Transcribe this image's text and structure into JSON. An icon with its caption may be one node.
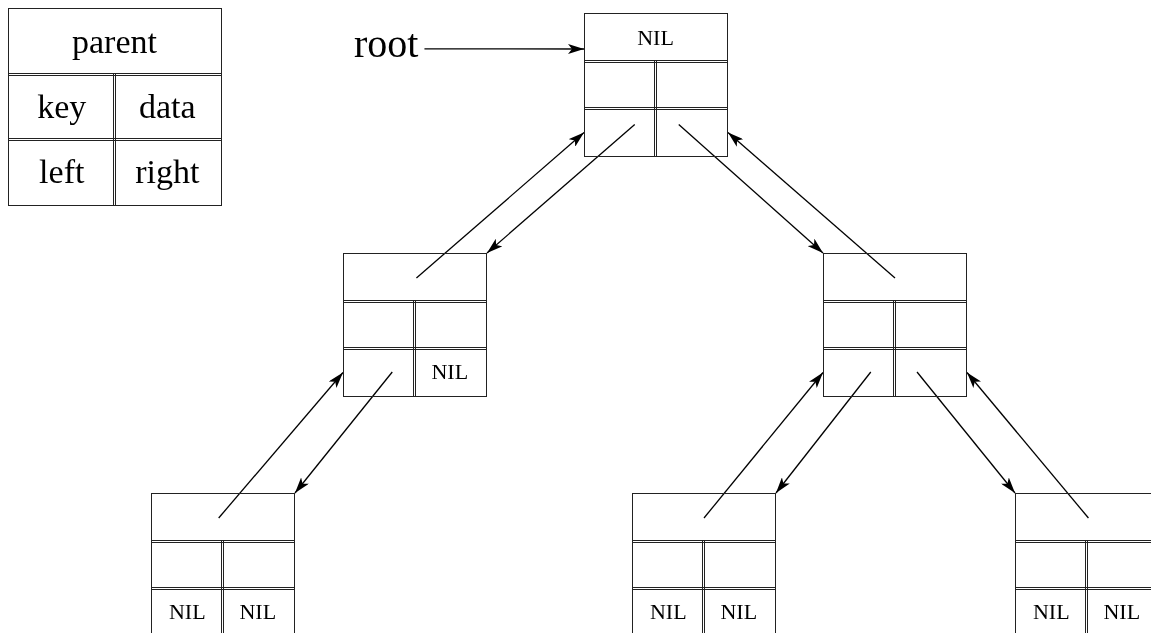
{
  "diagram": {
    "nodes": [
      {
        "text": [],
        "shape": "box"
      },
      {
        "text": [
          "parent"
        ],
        "in": 0
      },
      {
        "text": [
          "key"
        ],
        "in": 0
      },
      {
        "text": [
          "data"
        ],
        "in": 0
      },
      {
        "text": [
          "left"
        ],
        "in": 0
      },
      {
        "text": [
          "right"
        ],
        "in": 0
      },
      {
        "text": [
          "root"
        ]
      },
      {
        "text": [],
        "shape": "box"
      },
      {
        "text": [
          "NIL"
        ],
        "in": 7
      },
      {
        "text": [],
        "shape": "box",
        "in": 7
      },
      {
        "text": [],
        "shape": "box",
        "in": 7
      },
      {
        "text": [],
        "shape": "box",
        "in": 7
      },
      {
        "text": [],
        "shape": "box",
        "in": 7
      },
      {
        "text": [],
        "shape": "box"
      },
      {
        "text": [],
        "shape": "box",
        "in": 13
      },
      {
        "text": [],
        "shape": "box",
        "in": 13
      },
      {
        "text": [],
        "shape": "box",
        "in": 13
      },
      {
        "text": [],
        "shape": "box",
        "in": 13
      },
      {
        "text": [
          "NIL"
        ],
        "in": 13
      },
      {
        "text": [],
        "shape": "box"
      },
      {
        "text": [],
        "shape": "box",
        "in": 19
      },
      {
        "text": [],
        "shape": "box",
        "in": 19
      },
      {
        "text": [],
        "shape": "box",
        "in": 19
      },
      {
        "text": [],
        "shape": "box",
        "in": 19
      },
      {
        "text": [],
        "shape": "box",
        "in": 19
      },
      {
        "text": [],
        "shape": "box"
      },
      {
        "text": [],
        "shape": "box",
        "in": 25
      },
      {
        "text": [],
        "shape": "box",
        "in": 25
      },
      {
        "text": [],
        "shape": "box",
        "in": 25
      },
      {
        "text": [
          "NIL"
        ],
        "in": 25
      },
      {
        "text": [
          "NIL"
        ],
        "in": 25
      },
      {
        "text": [],
        "shape": "box"
      },
      {
        "text": [],
        "shape": "box",
        "in": 31
      },
      {
        "text": [],
        "shape": "box",
        "in": 31
      },
      {
        "text": [],
        "shape": "box",
        "in": 31
      },
      {
        "text": [
          "NIL"
        ],
        "in": 31
      },
      {
        "text": [
          "NIL"
        ],
        "in": 31
      },
      {
        "text": [],
        "shape": "box"
      },
      {
        "text": [],
        "shape": "box",
        "in": 37
      },
      {
        "text": [],
        "shape": "box",
        "in": 37
      },
      {
        "text": [],
        "shape": "box",
        "in": 37
      },
      {
        "text": [
          "NIL"
        ],
        "in": 37
      },
      {
        "text": [
          "NIL"
        ],
        "in": 37
      }
    ],
    "edges": [
      {
        "from": 6,
        "to": 7,
        "arrow": "to"
      },
      {
        "from": 11,
        "to": 13,
        "arrow": "to"
      },
      {
        "from": 14,
        "to": 7,
        "arrow": "to"
      },
      {
        "from": 12,
        "to": 19,
        "arrow": "to"
      },
      {
        "from": 20,
        "to": 7,
        "arrow": "to"
      },
      {
        "from": 17,
        "to": 25,
        "arrow": "to"
      },
      {
        "from": 26,
        "to": 13,
        "arrow": "to"
      },
      {
        "from": 23,
        "to": 31,
        "arrow": "to"
      },
      {
        "from": 32,
        "to": 19,
        "arrow": "to"
      },
      {
        "from": 24,
        "to": 37,
        "arrow": "to"
      },
      {
        "from": 38,
        "to": 19,
        "arrow": "to"
      }
    ]
  }
}
